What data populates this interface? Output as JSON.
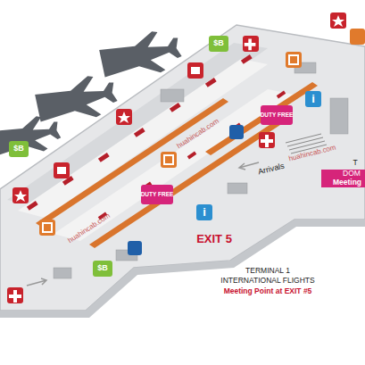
{
  "diagram": {
    "labels": [
      "EXIT 5",
      "TERMINAL 1",
      "INTERNATIONAL FLIGHTS",
      "Meeting Point at EXIT #5",
      "Arrivals",
      "T",
      "DOM",
      "Meeting",
      "DUTY FREE",
      "DUTY FREE",
      "huahincab.com",
      "huahincab.com",
      "huahincab.com",
      "i",
      "i",
      "$B",
      "$B",
      "$B"
    ]
  }
}
